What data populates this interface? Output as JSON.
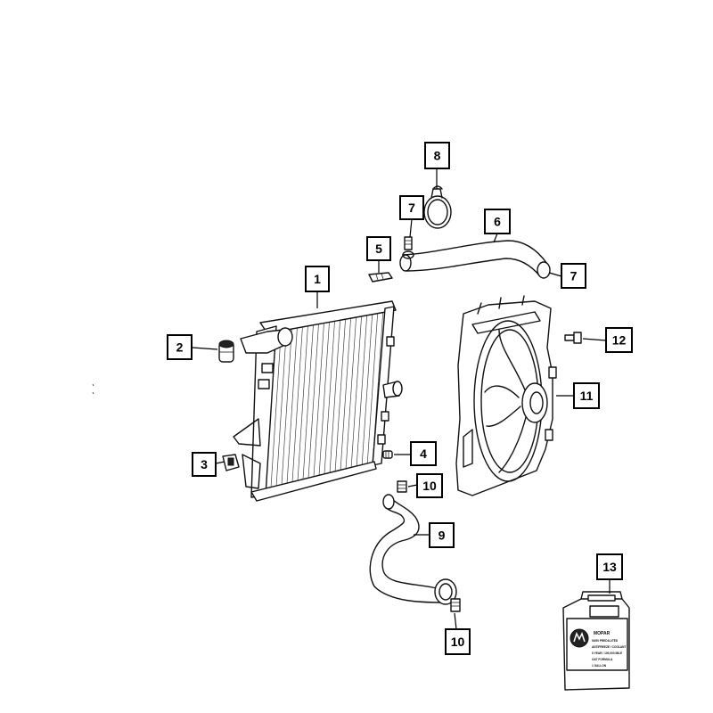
{
  "callouts": [
    {
      "id": "1",
      "label": "1"
    },
    {
      "id": "2",
      "label": "2"
    },
    {
      "id": "3",
      "label": "3"
    },
    {
      "id": "4",
      "label": "4"
    },
    {
      "id": "5",
      "label": "5"
    },
    {
      "id": "6",
      "label": "6"
    },
    {
      "id": "7a",
      "label": "7"
    },
    {
      "id": "7b",
      "label": "7"
    },
    {
      "id": "8",
      "label": "8"
    },
    {
      "id": "9",
      "label": "9"
    },
    {
      "id": "10a",
      "label": "10"
    },
    {
      "id": "10b",
      "label": "10"
    },
    {
      "id": "11",
      "label": "11"
    },
    {
      "id": "12",
      "label": "12"
    },
    {
      "id": "13",
      "label": "13"
    }
  ],
  "coolant_bottle": {
    "brand_text": "MOPAR",
    "label_lines": [
      "50/50 PREDILUTED",
      "ANTIFREEZE / COOLANT",
      "5 YEAR / 100,000 MILE",
      "OAT FORMULA",
      "1 GALLON"
    ]
  },
  "colors": {
    "line": "#111111",
    "background": "#ffffff",
    "box_border": "#000000"
  }
}
